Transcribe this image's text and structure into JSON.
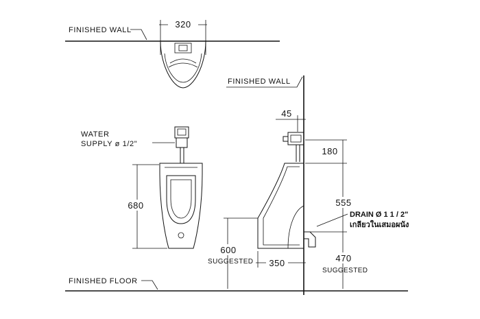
{
  "labels": {
    "finished_wall_top": "FINISHED  WALL",
    "finished_wall_side": "FINISHED  WALL",
    "water_supply_line1": "WATER",
    "water_supply_line2": "SUPPLY ø 1/2\"",
    "finished_floor": "FINISHED  FLOOR",
    "drain_line1": "DRAIN Ø 1 1 / 2\"",
    "drain_line2": "เกลียวในเสมอผนัง",
    "suggested_left": "SUGGESTED",
    "suggested_right": "SUGGESTED"
  },
  "dimensions": {
    "top_width": "320",
    "front_height": "680",
    "wall_offset": "45",
    "supply_height": "180",
    "body_height": "555",
    "rim_height": "600",
    "depth": "350",
    "drain_height": "470"
  }
}
